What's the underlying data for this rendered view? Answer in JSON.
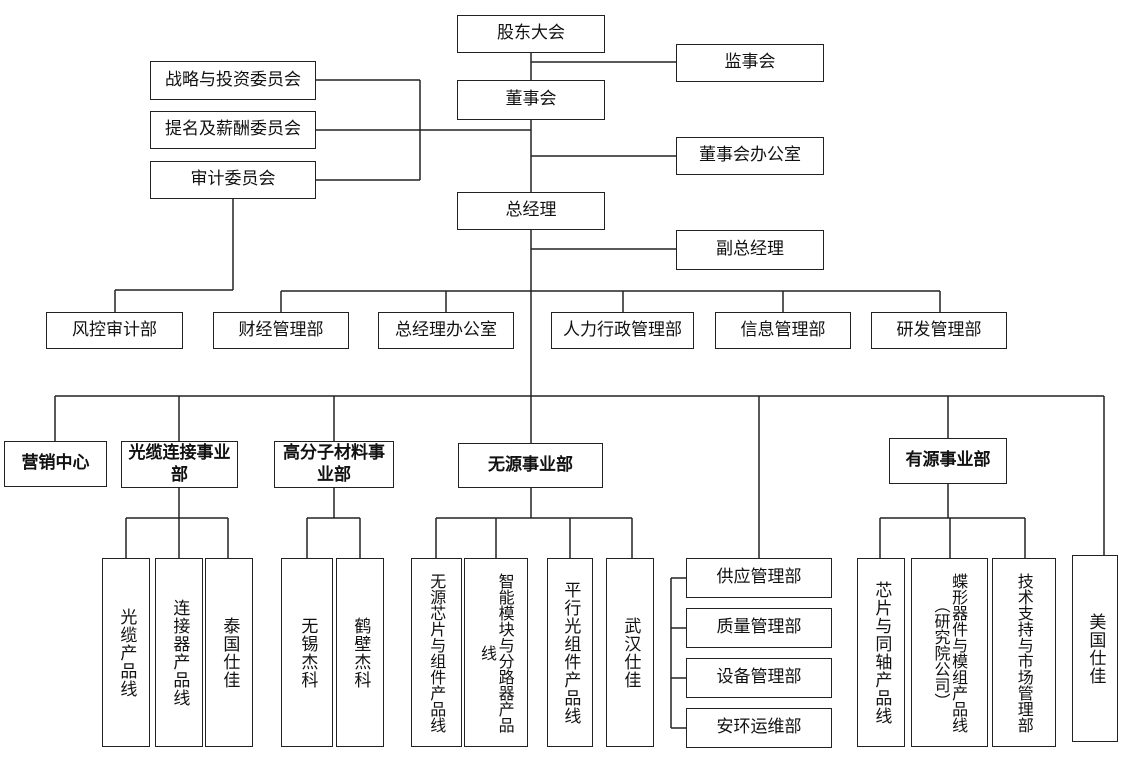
{
  "top": {
    "shareholders": "股东大会",
    "supervisors": "监事会",
    "board": "董事会",
    "board_office": "董事会办公室",
    "gm": "总经理",
    "deputy_gm": "副总经理"
  },
  "committees": {
    "strategy": "战略与投资委员会",
    "nomination": "提名及薪酬委员会",
    "audit": "审计委员会"
  },
  "departments": {
    "risk": "风控审计部",
    "finance": "财经管理部",
    "gm_office": "总经理办公室",
    "hr": "人力行政管理部",
    "info": "信息管理部",
    "rd": "研发管理部"
  },
  "business": {
    "marketing": "营销中心",
    "cable": "光缆连接事业部",
    "polymer": "高分子材料事业部",
    "passive": "无源事业部",
    "active": "有源事业部"
  },
  "cable_sub": {
    "fiber_line": "光缆产品线",
    "connector_line": "连接器产品线",
    "thailand": "泰国仕佳"
  },
  "polymer_sub": {
    "wuxi": "无锡杰科",
    "hebi": "鹤壁杰科"
  },
  "passive_sub": {
    "chip": "无源芯片与组件产品线",
    "smart": "智能模块与分路器产品线",
    "parallel": "平行光组件产品线",
    "wuhan": "武汉仕佳"
  },
  "ops": {
    "supply": "供应管理部",
    "quality": "质量管理部",
    "equipment": "设备管理部",
    "safety": "安环运维部"
  },
  "active_sub": {
    "chip_coax": "芯片与同轴产品线",
    "butterfly": "蝶形器件与模组产品线（研究院公司）",
    "tech": "技术支持与市场管理部"
  },
  "usa": "美国仕佳"
}
